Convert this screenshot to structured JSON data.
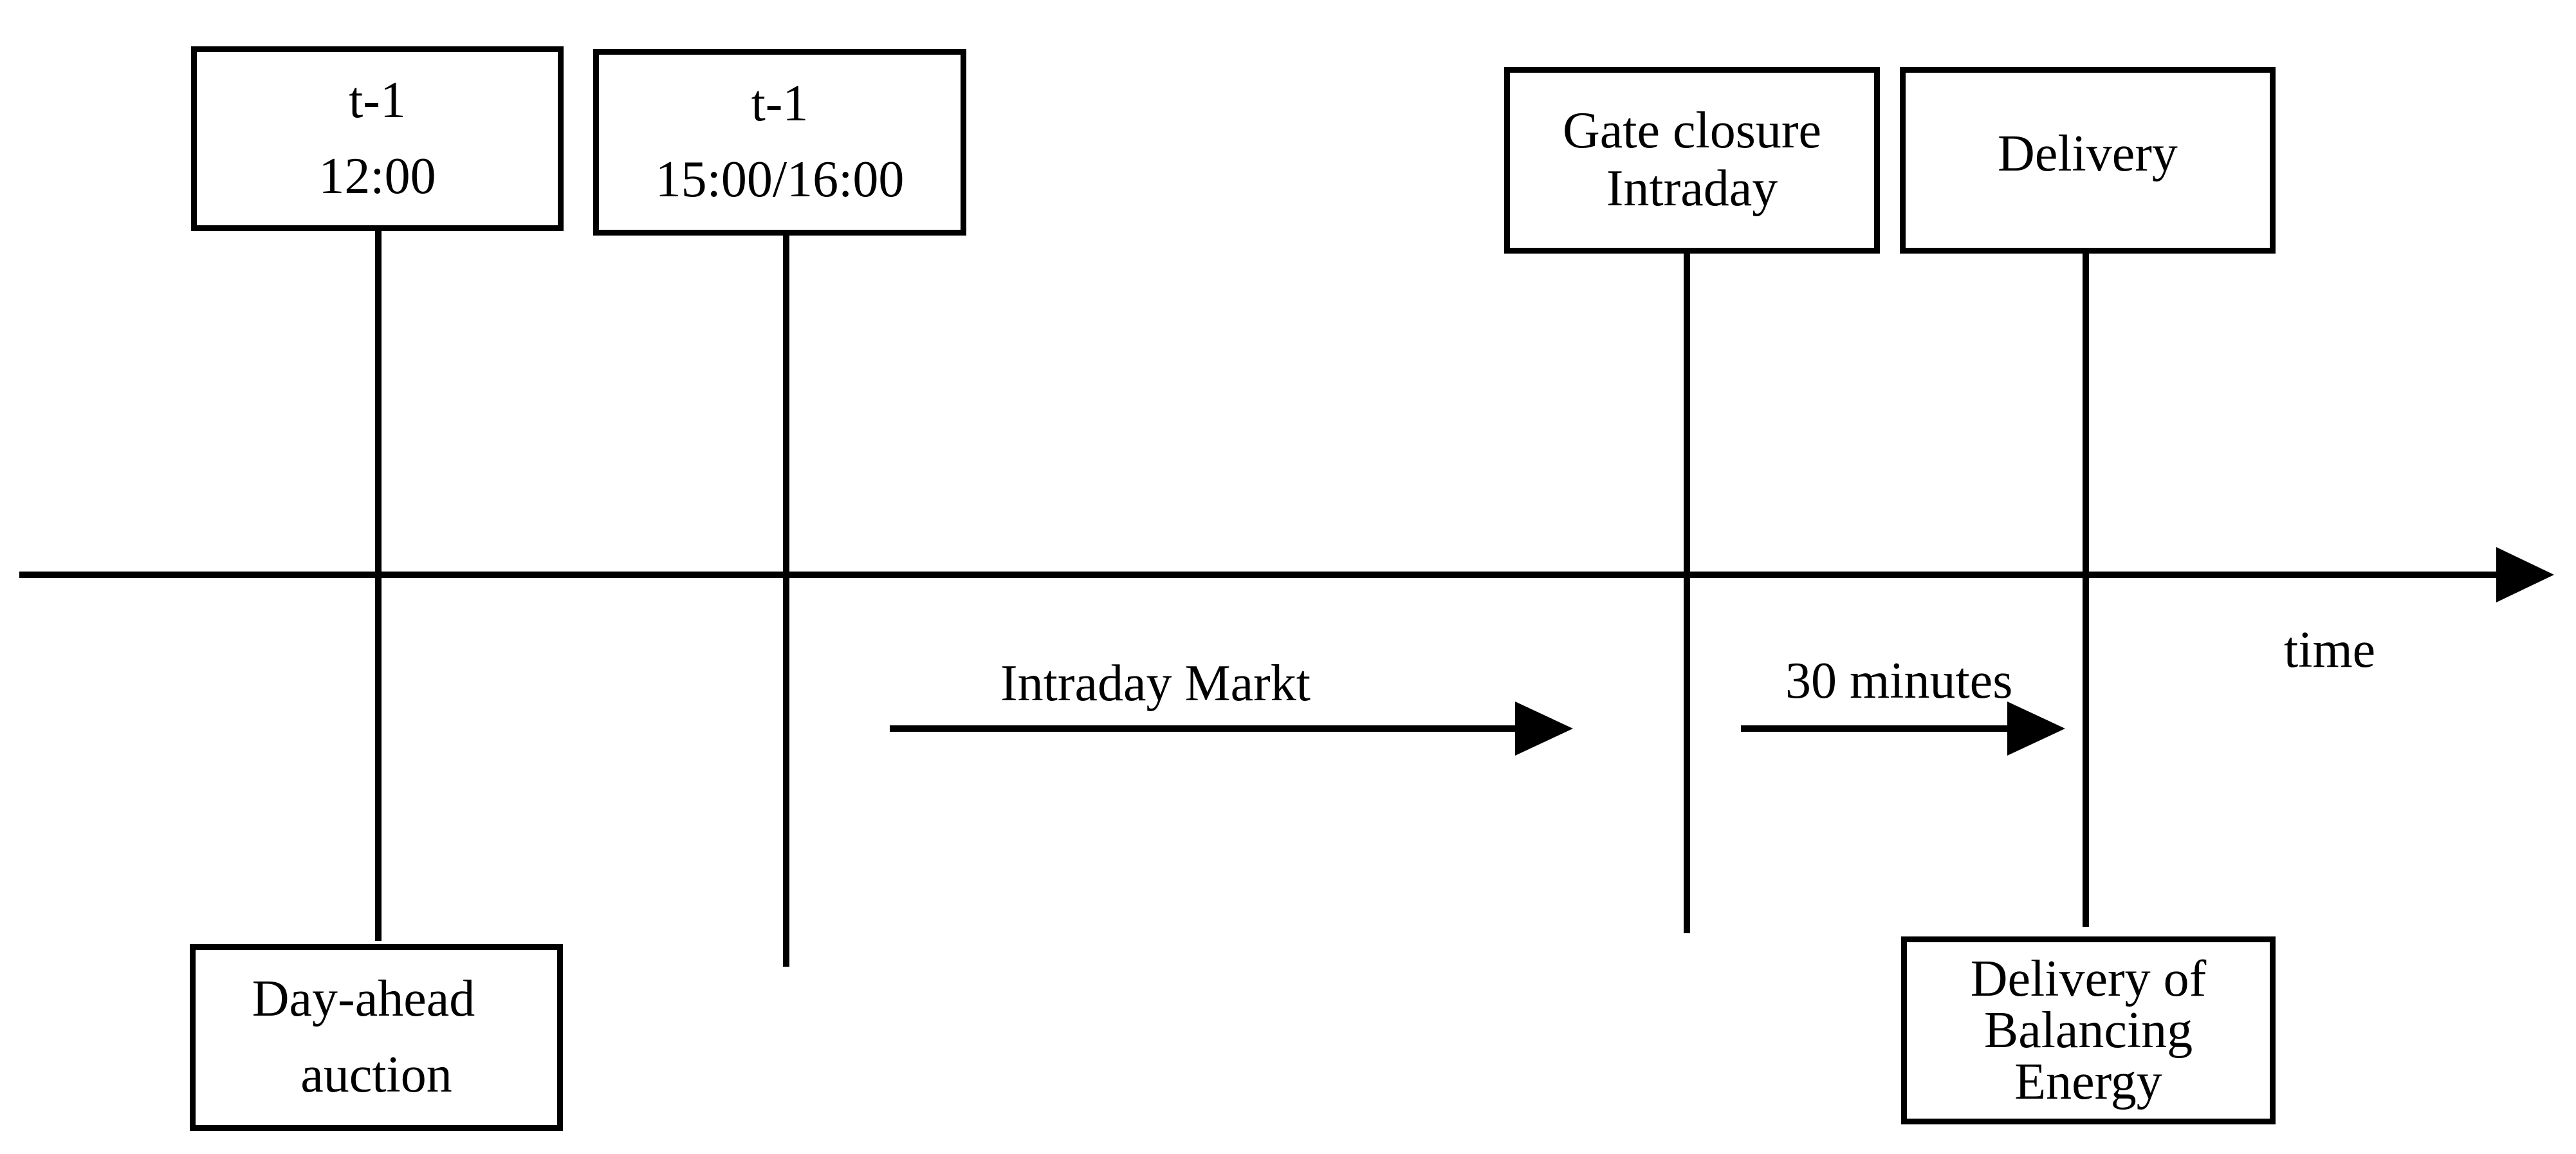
{
  "boxes": {
    "t1_noon": {
      "line1": "t-1",
      "line2": "12:00"
    },
    "t1_afternoon": {
      "line1": "t-1",
      "line2": "15:00/16:00"
    },
    "gate_closure": {
      "line1": "Gate closure",
      "line2": "Intraday"
    },
    "delivery": {
      "line1": "Delivery"
    },
    "day_ahead": {
      "line1": "Day-ahead",
      "line2": "auction"
    },
    "balancing": {
      "line1": "Delivery of",
      "line2": "Balancing",
      "line3": "Energy"
    }
  },
  "axis": {
    "label": "time"
  },
  "spans": {
    "intraday": {
      "label": "Intraday Markt"
    },
    "lead_time": {
      "label": "30 minutes"
    }
  }
}
